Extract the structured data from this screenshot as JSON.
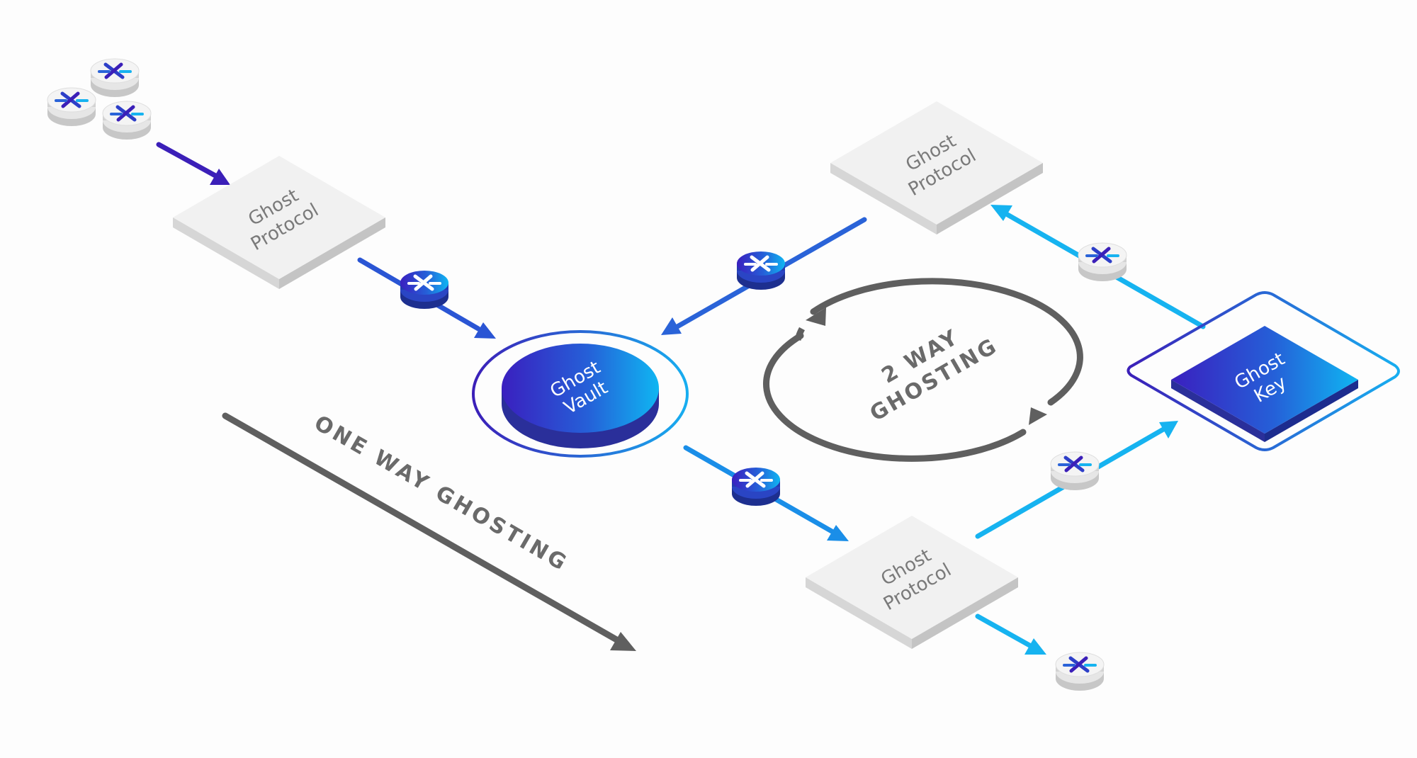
{
  "diagram": {
    "protocol_top_left": {
      "line1": "Ghost",
      "line2": "Protocol"
    },
    "protocol_top_right": {
      "line1": "Ghost",
      "line2": "Protocol"
    },
    "protocol_bottom": {
      "line1": "Ghost",
      "line2": "Protocol"
    },
    "vault": {
      "line1": "Ghost",
      "line2": "Vault"
    },
    "key": {
      "line1": "Ghost",
      "line2": "Key"
    },
    "one_way_label": "ONE WAY GHOSTING",
    "two_way_label": {
      "line1": "2 WAY",
      "line2": "GHOSTING"
    }
  },
  "colors": {
    "purple": "#3b1fb8",
    "blue": "#2a63d8",
    "cyan": "#1ab4f0",
    "gray_arrow": "#5f5f5f",
    "slab_top": "#f1f1f1",
    "slab_side": "#c9c9c9",
    "label_gray": "#6a6a6a"
  },
  "icons": {
    "coin": "x-coin-icon",
    "arrow": "arrow-icon"
  }
}
